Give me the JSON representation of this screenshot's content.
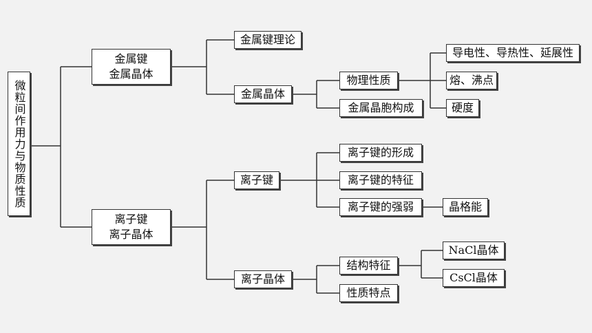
{
  "root": "微粒间作用力与物质性质",
  "metal": {
    "line1": "金属键",
    "line2": "金属晶体",
    "theory": "金属键理论",
    "crystal": "金属晶体",
    "physical": "物理性质",
    "cell": "金属晶胞构成",
    "conductivity": "导电性、导热性、延展性",
    "melting": "熔、沸点",
    "hardness": "硬度"
  },
  "ionic": {
    "line1": "离子键",
    "line2": "离子晶体",
    "bond": "离子键",
    "formation": "离子键的形成",
    "features": "离子键的特征",
    "strength": "离子键的强弱",
    "lattice_energy": "晶格能",
    "crystal": "离子晶体",
    "structure": "结构特征",
    "properties": "性质特点",
    "nacl": "NaCl晶体",
    "cscl": "CsCl晶体"
  }
}
